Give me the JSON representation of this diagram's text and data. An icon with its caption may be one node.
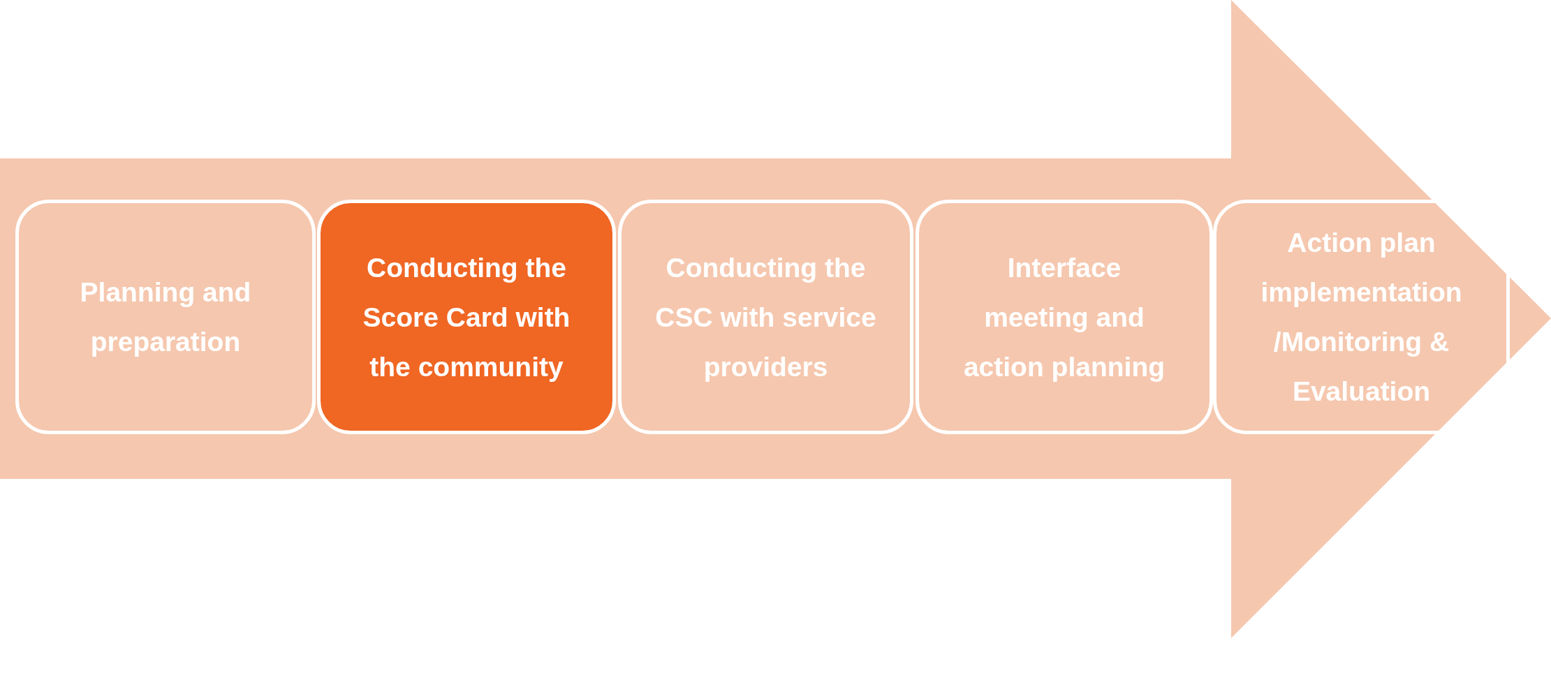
{
  "diagram": {
    "nodes": [
      {
        "text": [],
        "shape": "arrow"
      },
      {
        "text": [
          "Planning and preparation"
        ],
        "in": 0
      },
      {
        "text": [
          "Conducting the Score Card with the community"
        ],
        "in": 0
      },
      {
        "text": [
          "Conducting the CSC with service providers"
        ],
        "in": 0
      },
      {
        "text": [
          "Interface meeting and action planning"
        ],
        "in": 0
      },
      {
        "text": [
          "Action plan implementation /Monitoring & Evaluation"
        ],
        "in": 0
      }
    ]
  }
}
